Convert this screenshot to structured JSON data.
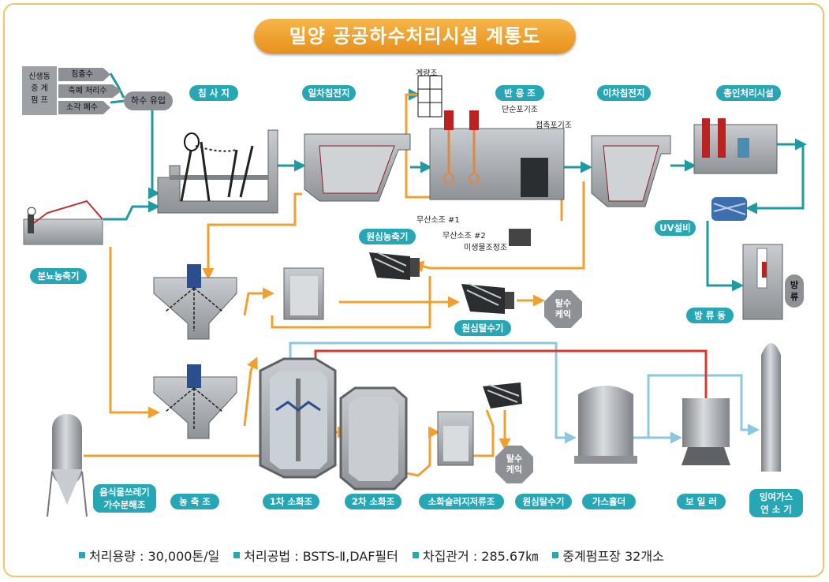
{
  "title": "밀양 공공하수처리시설 계통도",
  "pump_station": {
    "label": "신생동\n중 계\n펌 프",
    "sources": [
      "침출수",
      "축폐 처리수",
      "소각 폐수"
    ],
    "inflow": "하수 유입"
  },
  "process_labels": {
    "grit": "침 사 지",
    "primary": "일차침전지",
    "reactor": "반 응 조",
    "secondary": "이차침전지",
    "phosphorus": "총인처리시설",
    "uv": "UV설비",
    "outfall_building": "방 류 동",
    "outfall": "방\n류",
    "manure": "분뇨농축기",
    "centrifuge_thickener": "원심농축기",
    "centrifuge_dewater_1": "원심탈수기",
    "cake_1": "탈수\n케익",
    "food_waste": "음식물쓰레기\n가수분해조",
    "thickener": "농 축 조",
    "digester1": "1차 소화조",
    "digester2": "2차 소화조",
    "sludge_storage": "소화슬러지저류조",
    "centrifuge_dewater_2": "원심탈수기",
    "cake_2": "탈수\n케익",
    "gas_holder": "가스홀더",
    "boiler": "보 일 러",
    "flare": "잉여가스\n연 소 기"
  },
  "reactor_notes": {
    "metering": "계량조",
    "simple_contact": "단순포기조",
    "contact_aeration": "접촉포기조",
    "anoxic1": "무산소조 #1",
    "anoxic2": "무산소조 #2",
    "microbe": "미생물조정조"
  },
  "footer": [
    "처리용량 : 30,000톤/일",
    "처리공법 : BSTS-Ⅱ,DAF필터",
    "차집관거 : 285.67㎞",
    "중계펌프장 32개소"
  ],
  "colors": {
    "title_bg": "#f0a432",
    "label_bg": "#27a6b5",
    "water_line": "#1f9aa0",
    "sludge_line": "#f0a030",
    "gas_line": "#8cc7e0",
    "heat_line": "#d83a2a",
    "equipment": "#9ea2a6"
  }
}
